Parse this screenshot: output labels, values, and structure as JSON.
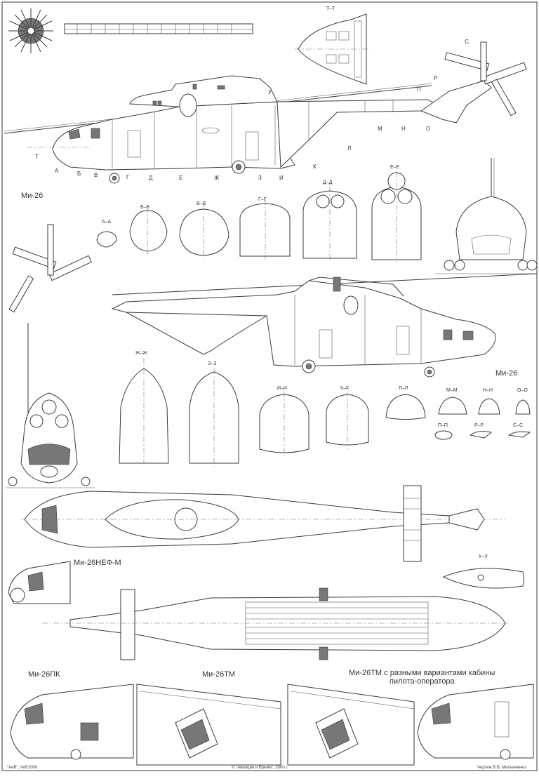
{
  "titles": {
    "mi26_top": "Ми-26",
    "mi26_side2": "Ми-26",
    "mi26nef": "Ми-26НЕФ-М",
    "mi26pk": "Ми-26ПК",
    "mi26tm": "Ми-26ТМ",
    "mi26tm_variants_line1": "Ми-26ТМ с разными вариантами кабины",
    "mi26tm_variants_line2": "пилота-оператора"
  },
  "station_marks": [
    "А",
    "Б",
    "В",
    "Г",
    "Д",
    "Е",
    "Ж",
    "З",
    "И",
    "К",
    "Л",
    "М",
    "Н",
    "О",
    "П",
    "Р",
    "С",
    "Т",
    "У"
  ],
  "sections": {
    "aa": "А–А",
    "bb": "Б–Б",
    "vv": "В–В",
    "gg": "Г–Г",
    "dd": "Д–Д",
    "ee": "Е–Е",
    "zhzh": "Ж–Ж",
    "zz": "З–З",
    "ii": "И–И",
    "kk": "К–К",
    "ll": "Л–Л",
    "mm": "М–М",
    "nn": "Н–Н",
    "oo": "О–О",
    "pp": "П–П",
    "rr": "Р–Р",
    "ss": "С–С",
    "tt": "Т–Т",
    "uu": "У–У"
  },
  "credits": {
    "issue": "\"АиВ\", №6'2000",
    "copyright": "© \"Авиация и Время\", 2000 г.",
    "drawing_by": "Чертеж В.В. Мильяченко"
  }
}
